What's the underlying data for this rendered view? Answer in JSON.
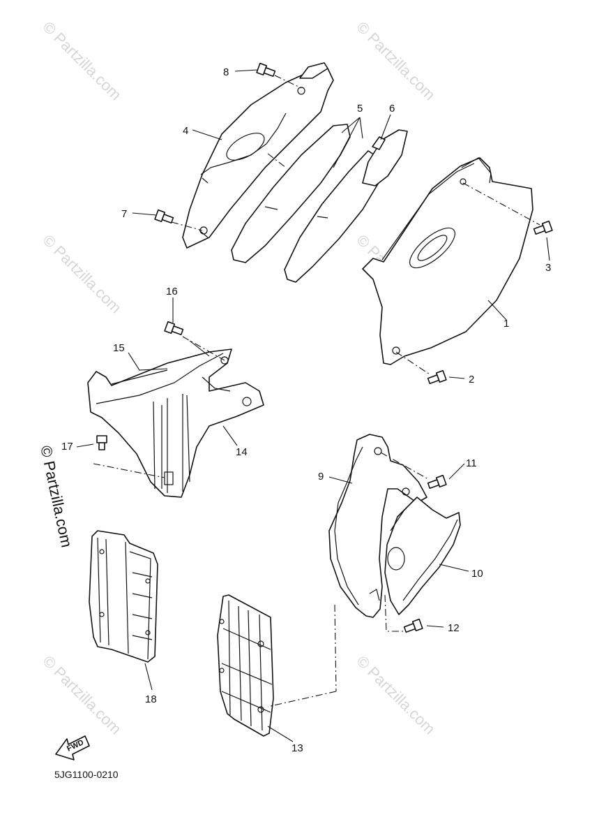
{
  "watermark": {
    "text": "© Partzilla.com",
    "side_text": "© Partzilla.com"
  },
  "callouts": [
    "1",
    "2",
    "3",
    "4",
    "5",
    "6",
    "7",
    "8",
    "9",
    "10",
    "11",
    "12",
    "13",
    "14",
    "15",
    "16",
    "17",
    "18"
  ],
  "fwd_label": "FWD",
  "diagram_code": "5JG1100-0210"
}
